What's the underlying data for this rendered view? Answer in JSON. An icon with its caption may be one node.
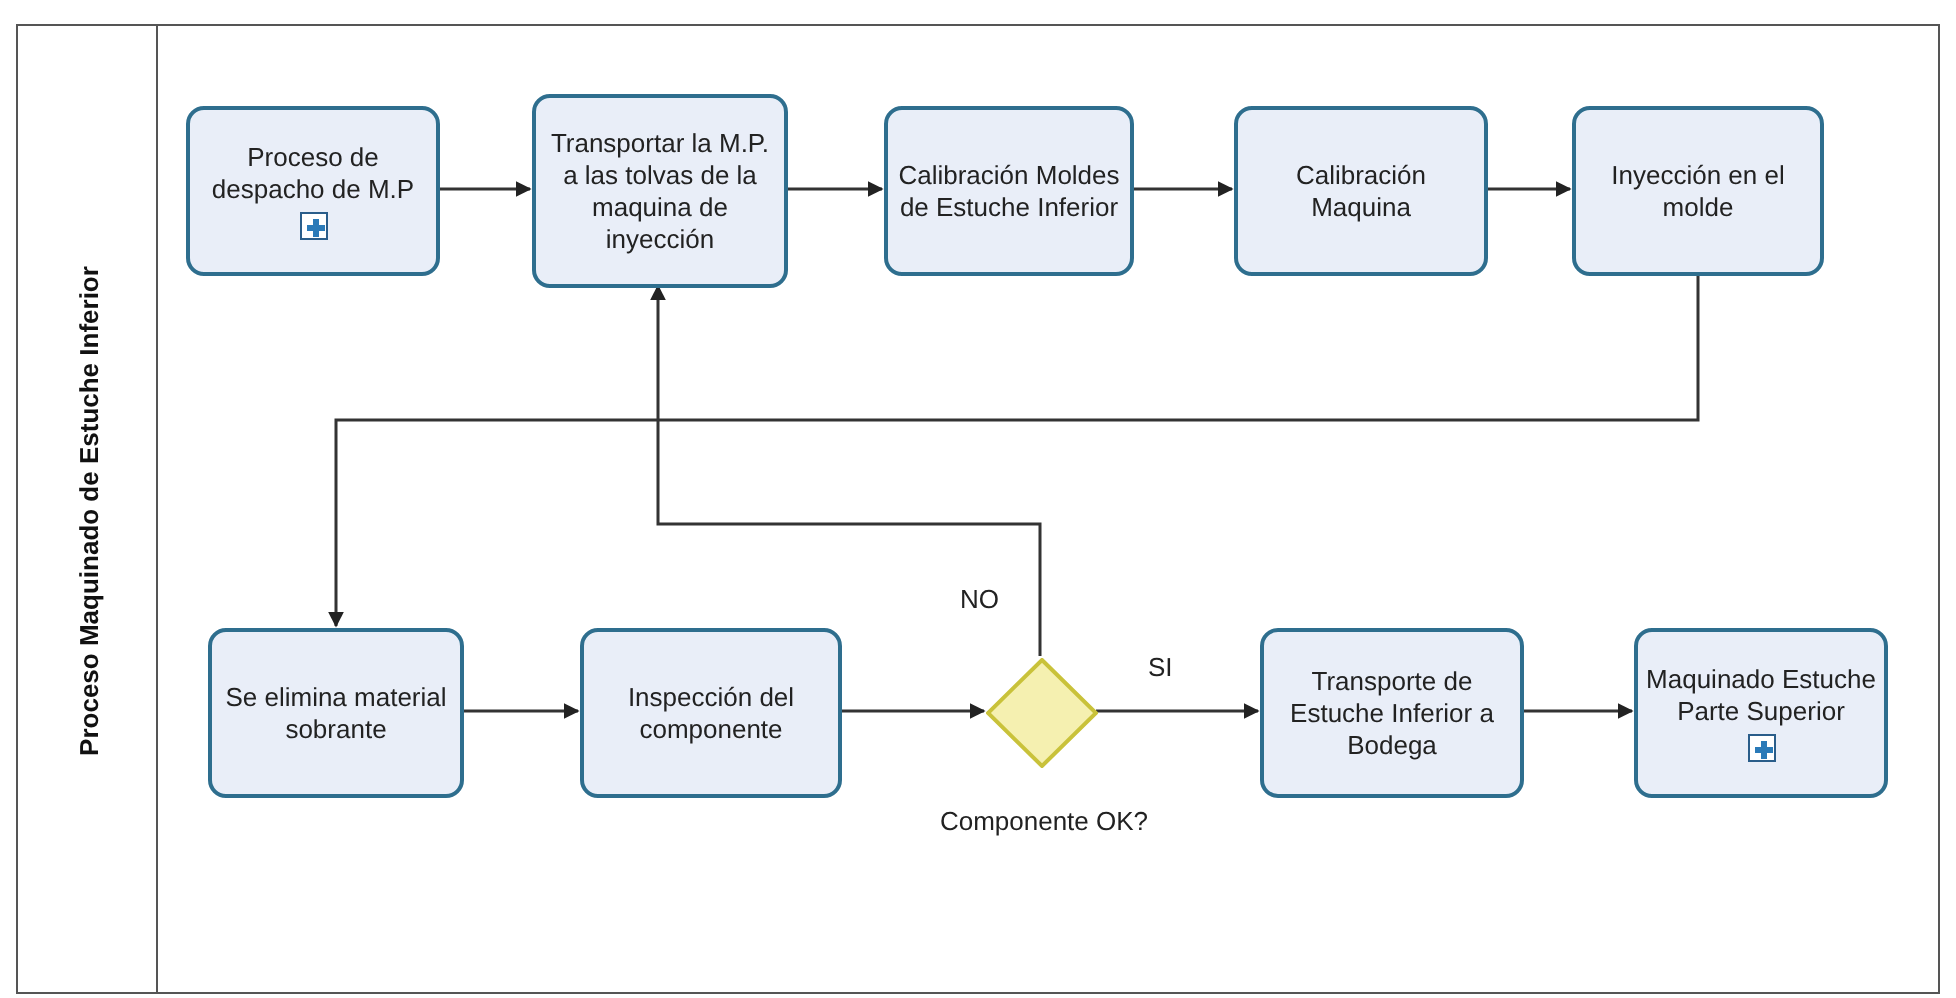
{
  "diagram": {
    "nodes": [
      {
        "text": [
          "Proceso Maquinado de Estuche Inferior"
        ]
      },
      {
        "text": [
          "Proceso de despacho de M.P"
        ],
        "in": 0
      },
      {
        "text": [
          "Transportar la M.P. a las tolvas de la maquina de inyección"
        ],
        "in": 0
      },
      {
        "text": [
          "Calibración Moldes de Estuche Inferior"
        ],
        "in": 0
      },
      {
        "text": [
          "Calibración Maquina"
        ],
        "in": 0
      },
      {
        "text": [
          "Inyección en el molde"
        ],
        "in": 0
      },
      {
        "text": [
          "Se elimina material sobrante"
        ],
        "in": 0
      },
      {
        "text": [
          "Inspección del componente"
        ],
        "in": 0
      },
      {
        "text": [],
        "shape": "diamond",
        "in": 0,
        "beside": [
          "Componente OK?"
        ]
      },
      {
        "text": [
          "Transporte de Estuche Inferior a Bodega"
        ],
        "in": 0
      },
      {
        "text": [
          "Maquinado Estuche Parte Superior"
        ],
        "in": 0
      }
    ],
    "edges": [
      {
        "from": 1,
        "to": 2,
        "arrow": "to"
      },
      {
        "from": 2,
        "to": 3,
        "arrow": "to"
      },
      {
        "from": 3,
        "to": 4,
        "arrow": "to"
      },
      {
        "from": 4,
        "to": 5,
        "arrow": "to"
      },
      {
        "from": 5,
        "to": 6,
        "arrow": "to"
      },
      {
        "from": 6,
        "to": 7,
        "arrow": "to"
      },
      {
        "from": 7,
        "to": 8,
        "arrow": "to"
      },
      {
        "from": 8,
        "to": 2,
        "arrow": "to",
        "label": "NO"
      },
      {
        "from": 8,
        "to": 9,
        "arrow": "to",
        "label": "SI"
      },
      {
        "from": 9,
        "to": 10,
        "arrow": "to"
      }
    ]
  }
}
